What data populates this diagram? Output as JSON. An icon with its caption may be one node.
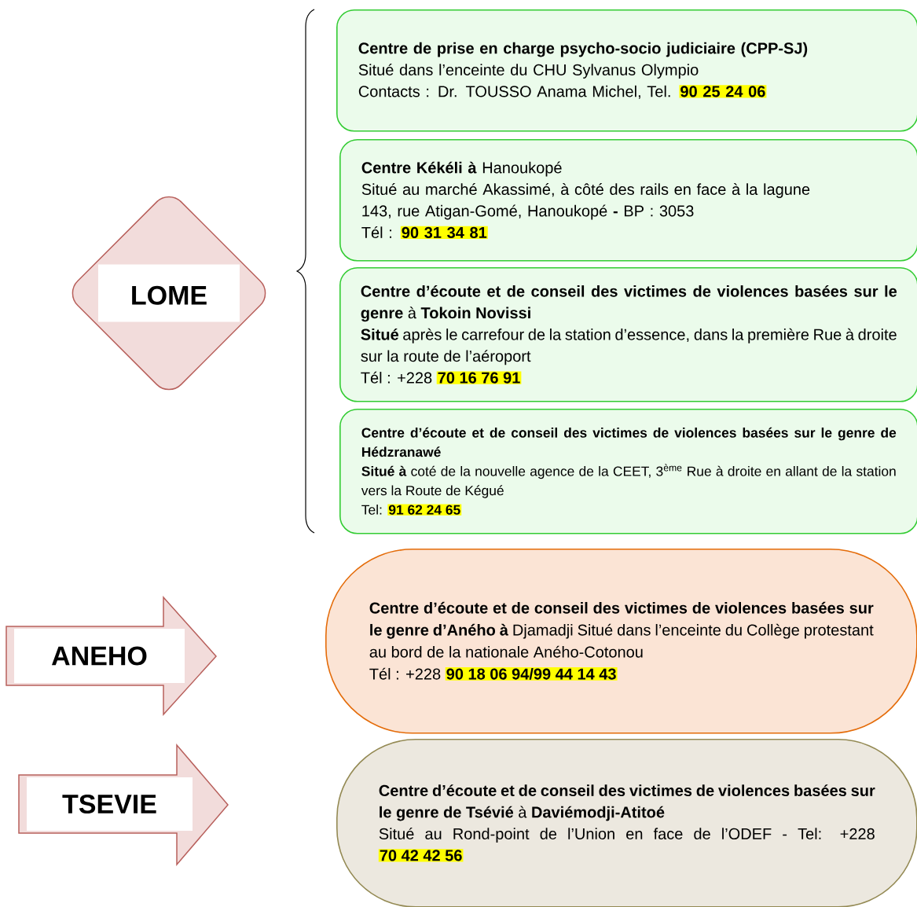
{
  "diagram": {
    "nodes": [
      {
        "text": [
          "LOME"
        ]
      },
      {
        "text": [
          "Centre de prise en charge psycho-socio judiciaire (CPP-SJ)",
          "Situé dans l’enceinte du CHU Sylvanus Olympio",
          "Contacts : Dr. TOUSSO Anama Michel, Tel.",
          "90 25 24 06"
        ]
      },
      {
        "text": [
          "**Centre Kékéli à** Hanoukopé",
          "Situé au marché Akassimé, à côté des rails en face à la lagune",
          "143, rue Atigan-Gomé, Hanoukopé **-** BP : 3053",
          "Tél :",
          "90 31 34 81"
        ]
      },
      {
        "text": [
          "**Centre d’écoute et de conseil des victimes de violences basées sur le genre** à **Tokoin Novissi**",
          "**Situé** après le carrefour de la station d’essence, dans la première Rue à droite sur la route de l’aéroport",
          "Tél : +228",
          "70 16 76 91"
        ]
      },
      {
        "text": [
          "Centre d’écoute et de conseil des victimes de violences basées sur le genre de Hédzranawé",
          "**Situé à** coté de la nouvelle agence de la CEET, 3$^{ème}$ Rue à droite en allant de la station vers la Route de Kégué",
          "Tel:",
          "91 62 24 65"
        ]
      },
      {
        "text": [
          "ANEHO"
        ]
      },
      {
        "text": [
          "**Centre d’écoute et de conseil des victimes de violences basées sur le genre d’Aného à** Djamadji Situé dans l’enceinte du Collège protestant au bord de la nationale Aného-Cotonou",
          "Tél : +228",
          "90 18 06 94/99 44 14 43"
        ]
      },
      {
        "text": [
          "TSEVIE"
        ]
      },
      {
        "text": [
          "**Centre d’écoute et de conseil des victimes de violences basées sur le genre de Tsévié** à **Daviémodji-Atitoé**",
          "Situé au Rond-point de l’Union en face de l’ODEF - Tel: +228",
          "70 42 42 56"
        ]
      }
    ]
  }
}
